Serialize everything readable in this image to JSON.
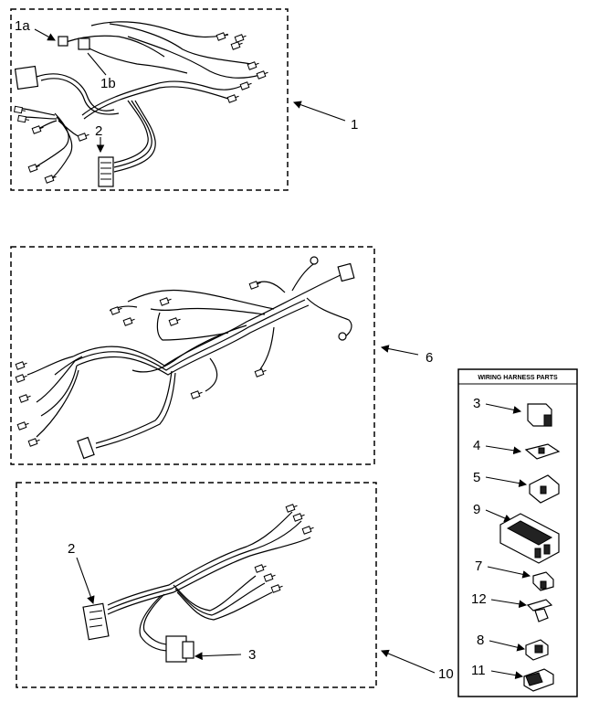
{
  "callouts": {
    "c1a": "1a",
    "c1b": "1b",
    "c2_top": "2",
    "c1": "1",
    "c6": "6",
    "c2_bottom": "2",
    "c3_bottom": "3",
    "c10": "10"
  },
  "parts_panel": {
    "title": "WIRING HARNESS PARTS",
    "items": [
      "3",
      "4",
      "5",
      "9",
      "7",
      "12",
      "8",
      "11"
    ]
  }
}
